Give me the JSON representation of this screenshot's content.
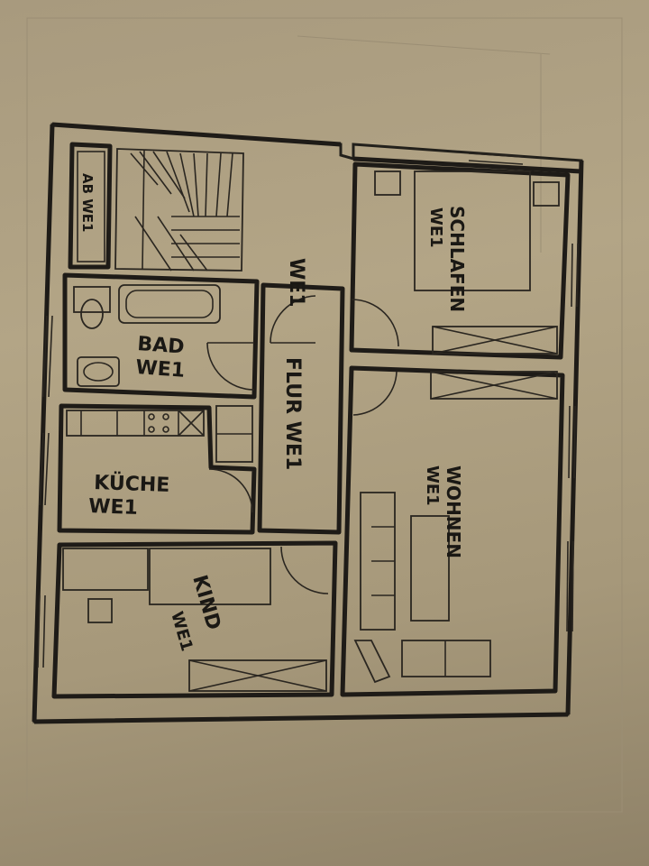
{
  "rooms": {
    "ab": "AB WE1",
    "we1": "WE1",
    "bad": {
      "name": "BAD",
      "unit": "WE1"
    },
    "flur": "FLUR WE1",
    "kueche": {
      "name": "KÜCHE",
      "unit": "WE1"
    },
    "schlafen": {
      "name": "SCHLAFEN",
      "unit": "WE1"
    },
    "wohnen": {
      "name": "WOHNEN",
      "unit": "WE1"
    },
    "kind": {
      "name": "KIND",
      "unit": "WE1"
    }
  }
}
